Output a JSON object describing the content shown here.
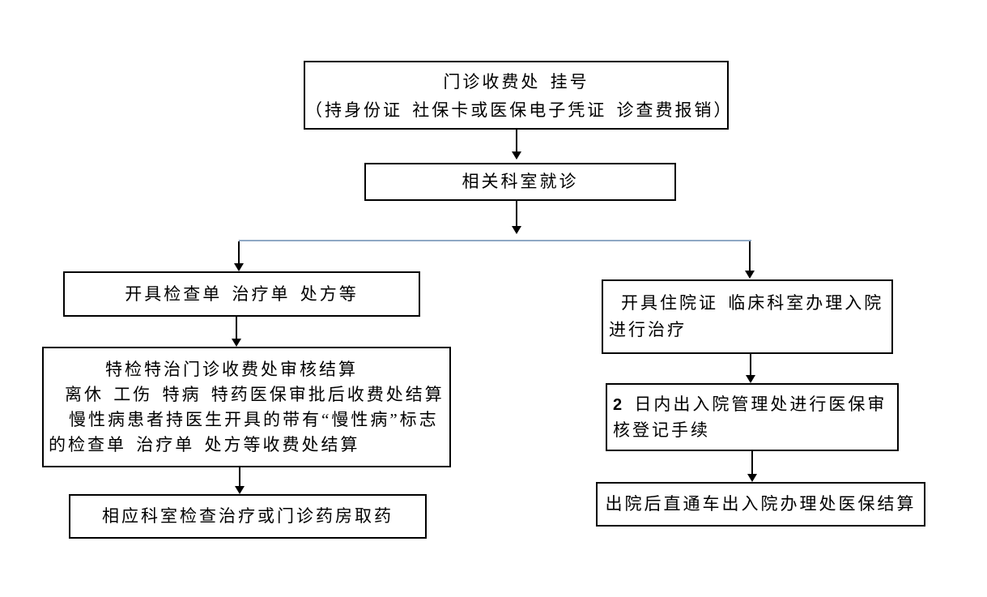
{
  "colors": {
    "branch_line": "#8fa8c4",
    "arrow_line": "#000000",
    "box_border": "#000000",
    "text": "#000000"
  },
  "nodes": {
    "registration": {
      "lines": [
        "门诊收费处 挂号",
        "（持身份证 社保卡或医保电子凭证 诊查费报销）"
      ]
    },
    "visit": {
      "text": "相关科室就诊"
    },
    "orders": {
      "text": "开具检查单 治疗单 处方等"
    },
    "outpatient_settlement": {
      "lines": [
        "特检特治门诊收费处审核结算",
        "离休 工伤 特病 特药医保审批后收费处结算",
        "慢性病患者持医生开具的带有“慢性病”标志",
        "的检查单 治疗单 处方等收费处结算"
      ]
    },
    "treatment_or_pharmacy": {
      "text": "相应科室检查治疗或门诊药房取药"
    },
    "admission": {
      "lines": [
        "开具住院证 临床科室办理入院",
        "进行治疗"
      ]
    },
    "insurance_review": {
      "line1_num": "2",
      "line1_rest": " 日内出入院管理处进行医保审",
      "line2": "核登记手续"
    },
    "discharge_settlement": {
      "text": "出院后直通车出入院办理处医保结算"
    }
  }
}
